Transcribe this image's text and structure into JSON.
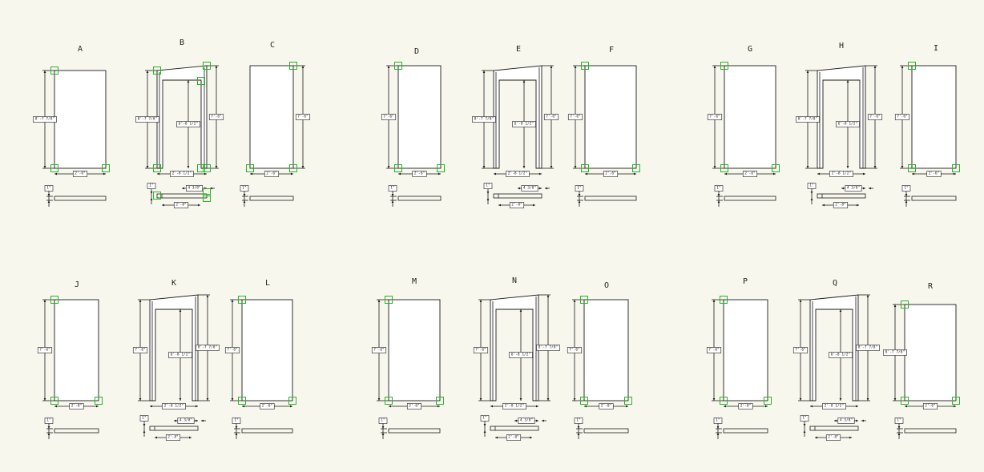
{
  "colors": {
    "background": "#f8f7ee",
    "ink": "#1a1a1a",
    "selection": "#22b822"
  },
  "panels": [
    {
      "id": "A",
      "label": "A",
      "type": "rect",
      "side_dim": "8'-7 7/8\"",
      "bottom_dim": "2'-6\"",
      "edge_dim": "1\""
    },
    {
      "id": "B",
      "label": "B",
      "type": "return",
      "left_dim": "8'-7 7/8\"",
      "inner_dim": "6'-8 1/2\"",
      "right_dim": "7'-6\"",
      "bottom_dim": "2'-8 1/2\"",
      "jamb_top_dim": "4 3/8\"",
      "jamb_bottom_dim": "2'-8\"",
      "edge_dim": "1\""
    },
    {
      "id": "C",
      "label": "C",
      "type": "rect",
      "side_dim": "7'-6\"",
      "bottom_dim": "2'-6\"",
      "edge_dim": "1\""
    },
    {
      "id": "D",
      "label": "D",
      "type": "rect",
      "side_dim": "7'-6\"",
      "bottom_dim": "2'-6\"",
      "edge_dim": "1\""
    },
    {
      "id": "E",
      "label": "E",
      "type": "return",
      "left_dim": "8'-7 7/8\"",
      "inner_dim": "6'-8 1/2\"",
      "right_dim": "7'-6\"",
      "bottom_dim": "2'-8 1/2\"",
      "jamb_top_dim": "4 3/8\"",
      "jamb_bottom_dim": "2'-8\"",
      "edge_dim": "1\""
    },
    {
      "id": "F",
      "label": "F",
      "type": "rect",
      "side_dim": "7'-6\"",
      "bottom_dim": "2'-6\"",
      "edge_dim": "1\""
    },
    {
      "id": "G",
      "label": "G",
      "type": "rect",
      "side_dim": "7'-6\"",
      "bottom_dim": "2'-6\"",
      "edge_dim": "1\""
    },
    {
      "id": "H",
      "label": "H",
      "type": "return",
      "left_dim": "8'-7 7/8\"",
      "inner_dim": "6'-8 1/2\"",
      "right_dim": "7'-6\"",
      "bottom_dim": "2'-8 1/2\"",
      "jamb_top_dim": "4 3/8\"",
      "jamb_bottom_dim": "2'-8\"",
      "edge_dim": "1\""
    },
    {
      "id": "I",
      "label": "I",
      "type": "rect",
      "side_dim": "7'-6\"",
      "bottom_dim": "2'-6\"",
      "edge_dim": "1\""
    },
    {
      "id": "J",
      "label": "J",
      "type": "rect",
      "side_dim": "7'-6\"",
      "bottom_dim": "2'-0\"",
      "edge_dim": "1\""
    },
    {
      "id": "K",
      "label": "K",
      "type": "return",
      "left_dim": "7'-6\"",
      "inner_dim": "6'-8 1/2\"",
      "right_dim": "8'-7 7/8\"",
      "bottom_dim": "2'-8 1/2\"",
      "jamb_top_dim": "4 3/8\"",
      "jamb_bottom_dim": "2'-8\"",
      "edge_dim": "1\""
    },
    {
      "id": "L",
      "label": "L",
      "type": "rect",
      "side_dim": "7'-6\"",
      "bottom_dim": "2'-6\"",
      "edge_dim": "1\""
    },
    {
      "id": "M",
      "label": "M",
      "type": "rect",
      "side_dim": "7'-6\"",
      "bottom_dim": "2'-6\"",
      "edge_dim": "1\""
    },
    {
      "id": "N",
      "label": "N",
      "type": "return",
      "left_dim": "7'-6\"",
      "inner_dim": "6'-8 1/2\"",
      "right_dim": "8'-7 7/8\"",
      "bottom_dim": "2'-8 1/2\"",
      "jamb_top_dim": "4 3/8\"",
      "jamb_bottom_dim": "2'-8\"",
      "edge_dim": "1\""
    },
    {
      "id": "O",
      "label": "O",
      "type": "rect",
      "side_dim": "7'-6\"",
      "bottom_dim": "2'-0\"",
      "edge_dim": "1\""
    },
    {
      "id": "P",
      "label": "P",
      "type": "rect",
      "side_dim": "7'-6\"",
      "bottom_dim": "2'-0\"",
      "edge_dim": "1\""
    },
    {
      "id": "Q",
      "label": "Q",
      "type": "return",
      "left_dim": "7'-6\"",
      "inner_dim": "6'-8 1/2\"",
      "right_dim": "8'-7 7/8\"",
      "bottom_dim": "2'-8 1/2\"",
      "jamb_top_dim": "4 3/8\"",
      "jamb_bottom_dim": "2'-8\"",
      "edge_dim": "1\""
    },
    {
      "id": "R",
      "label": "R",
      "type": "rect",
      "side_dim": "8'-7 7/8\"",
      "bottom_dim": "2'-6\"",
      "edge_dim": "1\""
    }
  ]
}
